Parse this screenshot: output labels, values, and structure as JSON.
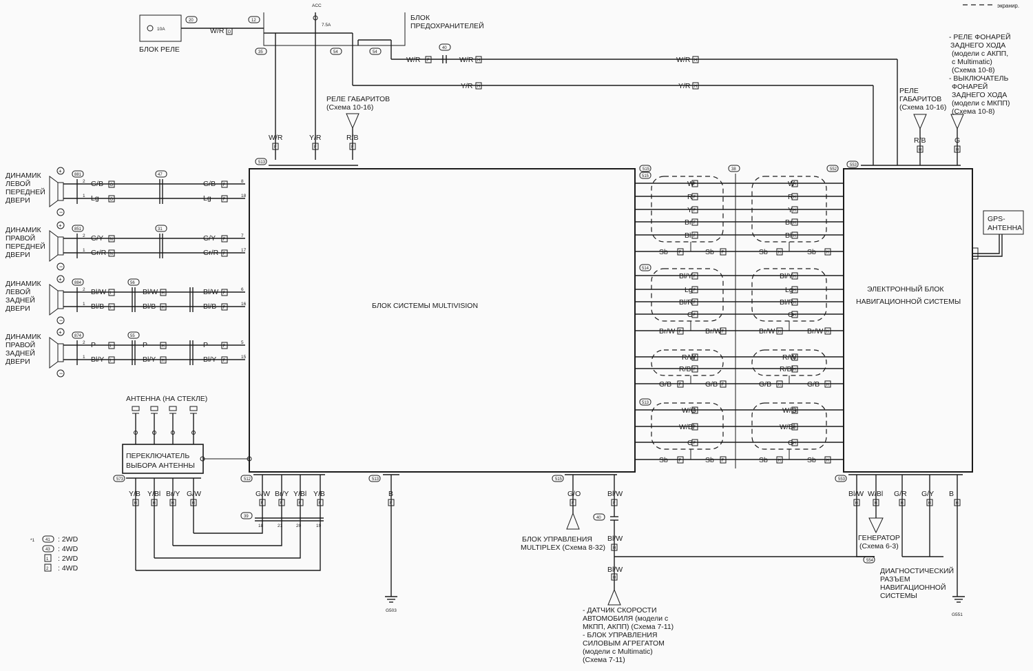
{
  "legend": {
    "shield": "экранир."
  },
  "top": {
    "relay_block": "БЛОК РЕЛЕ",
    "relay_fuse": "10A",
    "fuse_block": [
      "БЛОК",
      "ПРЕДОХРАНИТЕЛЕЙ"
    ],
    "acc": "ACC",
    "fuse_rating": "7.5A",
    "conn": {
      "c20": "20",
      "c12": "12",
      "c35": "35",
      "c54a": "54",
      "c54b": "54",
      "c40": "40"
    },
    "wire_wr_d": "W/R",
    "wire_wr_f": "W/R",
    "wire_wr_h1": "W/R",
    "wire_wr_h2": "W/R",
    "wire_yr_h1": "Y/R",
    "wire_yr_h2": "Y/R"
  },
  "labels": {
    "relay_gab_left": [
      "РЕЛЕ ГАБАРИТОВ",
      "(Схема 10-16)"
    ],
    "relay_gab_right": [
      "РЕЛЕ",
      "ГАБАРИТОВ",
      "(Схема 10-16)"
    ],
    "reverse": [
      "- РЕЛЕ ФОНАРЕЙ",
      "ЗАДНЕГО ХОДА",
      "(модели с АКПП,",
      "с Multimatic)",
      "(Схема 10-8)",
      "- ВЫКЛЮЧАТЕЛЬ",
      "ФОНАРЕЙ",
      "ЗАДНЕГО ХОДА",
      "(модели с МКПП)",
      "(Схема 10-8)"
    ],
    "multivision": "БЛОК СИСТЕМЫ MULTIVISION",
    "nav": [
      "ЭЛЕКТРОННЫЙ БЛОК",
      "НАВИГАЦИОННОЙ СИСТЕМЫ"
    ],
    "gps": [
      "GPS-",
      "АНТЕННА"
    ],
    "antenna_glass": "АНТЕННА (НА СТЕКЛЕ)",
    "antenna_switch": [
      "ПЕРЕКЛЮЧАТЕЛЬ",
      "ВЫБОРА АНТЕННЫ"
    ],
    "multiplex": [
      "БЛОК УПРАВЛЕНИЯ",
      "MULTIPLEX (Схема 8-32)"
    ],
    "speed": [
      "- ДАТЧИК СКОРОСТИ",
      "АВТОМОБИЛЯ (модели с",
      "МКПП, АКПП) (Схема 7-11)",
      "- БЛОК УПРАВЛЕНИЯ",
      "СИЛОВЫМ АГРЕГАТОМ",
      "(модели с Multimatic)",
      "(Схема 7-11)"
    ],
    "generator": [
      "ГЕНЕРАТОР",
      "(Схема 6-3)"
    ],
    "diag": [
      "ДИАГНОСТИЧЕСКИЙ",
      "РАЗЪЕМ",
      "НАВИГАЦИОННОЙ",
      "СИСТЕМЫ"
    ],
    "g503": "G503",
    "g551": "G551"
  },
  "speakers": [
    {
      "name": [
        "ДИНАМИК",
        "ЛЕВОЙ",
        "ПЕРЕДНЕЙ",
        "ДВЕРИ"
      ],
      "conn": "881",
      "mid": "47",
      "wires": [
        {
          "code": "G/B",
          "tag": "O",
          "right": "G/B",
          "rtag": "F",
          "pin": "8"
        },
        {
          "code": "Lg",
          "tag": "O",
          "right": "Lg",
          "rtag": "F",
          "pin": "18"
        }
      ]
    },
    {
      "name": [
        "ДИНАМИК",
        "ПРАВОЙ",
        "ПЕРЕДНЕЙ",
        "ДВЕРИ"
      ],
      "conn": "851",
      "mid": "31",
      "wires": [
        {
          "code": "G/Y",
          "tag": "N",
          "right": "G/Y",
          "rtag": "F",
          "pin": "7"
        },
        {
          "code": "Gr/R",
          "tag": "N",
          "right": "Gr/R",
          "rtag": "F",
          "pin": "17"
        }
      ]
    },
    {
      "name": [
        "ДИНАМИК",
        "ЛЕВОЙ",
        "ЗАДНЕЙ",
        "ДВЕРИ"
      ],
      "conn": "884",
      "mid": "56",
      "wires": [
        {
          "code": "Bl/W",
          "tag": "I",
          "mid": "Bl/W",
          "mtag": "H",
          "right": "Bl/W",
          "rtag": "F",
          "pin": "6"
        },
        {
          "code": "Bl/B",
          "tag": "I",
          "mid": "Bl/B",
          "mtag": "H",
          "right": "Bl/B",
          "rtag": "F",
          "pin": "16"
        }
      ]
    },
    {
      "name": [
        "ДИНАМИК",
        "ПРАВОЙ",
        "ЗАДНЕЙ",
        "ДВЕРИ"
      ],
      "conn": "874",
      "mid": "55",
      "wires": [
        {
          "code": "P",
          "tag": "I",
          "mid": "P",
          "mtag": "H",
          "right": "P",
          "rtag": "F",
          "pin": "5"
        },
        {
          "code": "Bl/Y",
          "tag": "I",
          "mid": "Bl/Y",
          "mtag": "H",
          "right": "Bl/Y",
          "rtag": "F",
          "pin": "15"
        }
      ]
    }
  ],
  "shield_groups": [
    {
      "conn_left": "515",
      "wires": [
        "W",
        "R",
        "Y",
        "Br",
        "Bl"
      ],
      "drain": "Sb"
    },
    {
      "conn_left": "514",
      "wires": [
        "Bl/Y",
        "Lg",
        "Bl/R",
        "O"
      ],
      "drain": "Br/W"
    },
    {
      "conn_left": "",
      "wires": [
        "R/W",
        "R/Bl"
      ],
      "drain": "G/B"
    },
    {
      "conn_left": "513",
      "wires": [
        "W/G",
        "W/Bl",
        "G"
      ],
      "drain": "Sb"
    }
  ],
  "mv_top_inputs": [
    {
      "code": "W/R",
      "tag": "F"
    },
    {
      "code": "Y/R",
      "tag": "F"
    },
    {
      "code": "R/B",
      "tag": "F"
    }
  ],
  "nav_top": [
    {
      "code": "R/B",
      "tag": "H"
    },
    {
      "code": "G",
      "tag": "H"
    }
  ],
  "ant_wires": [
    {
      "code": "Y/B",
      "tag": "H"
    },
    {
      "code": "Y/Bl",
      "tag": "H"
    },
    {
      "code": "Br/Y",
      "tag": "H"
    },
    {
      "code": "G/W",
      "tag": "H"
    }
  ],
  "mv_bottom": [
    {
      "code": "G/W",
      "tag": "F"
    },
    {
      "code": "Br/Y",
      "tag": "F"
    },
    {
      "code": "Y/Bl",
      "tag": "F"
    },
    {
      "code": "Y/B",
      "tag": "F"
    }
  ],
  "mv_gnd": {
    "code": "B",
    "tag": "F"
  },
  "bottom_mid": {
    "go": "G/O",
    "go_tag": "F",
    "blw1": "Bl/W",
    "blw1_tag": "F",
    "blw2": "Bl/W",
    "blw2_tag": "H",
    "blw3": "Bl/W",
    "blw3_tag": "H"
  },
  "nav_bottom": [
    {
      "code": "Bl/W",
      "tag": "H"
    },
    {
      "code": "W/Bl",
      "tag": "H"
    },
    {
      "code": "G/R",
      "tag": "H"
    },
    {
      "code": "G/Y",
      "tag": "H"
    },
    {
      "code": "B",
      "tag": "H"
    }
  ],
  "bottom_legend": [
    {
      "sym": "41",
      "text": ": 2WD",
      "star": "*1"
    },
    {
      "sym": "43",
      "text": ": 4WD",
      "star": ""
    },
    {
      "sym": "1",
      "text": ": 2WD",
      "star": ""
    },
    {
      "sym": "2",
      "text": ": 4WD",
      "star": ""
    }
  ],
  "connectors": {
    "c513": "513",
    "c515b": "515",
    "c552": "552",
    "c553": "553",
    "c38": "38",
    "c43": "43",
    "c512": "512",
    "c513b": "513",
    "c515c": "515",
    "c553b": "553",
    "c573": "573",
    "c39": "39",
    "c40b": "40",
    "c554": "554"
  }
}
